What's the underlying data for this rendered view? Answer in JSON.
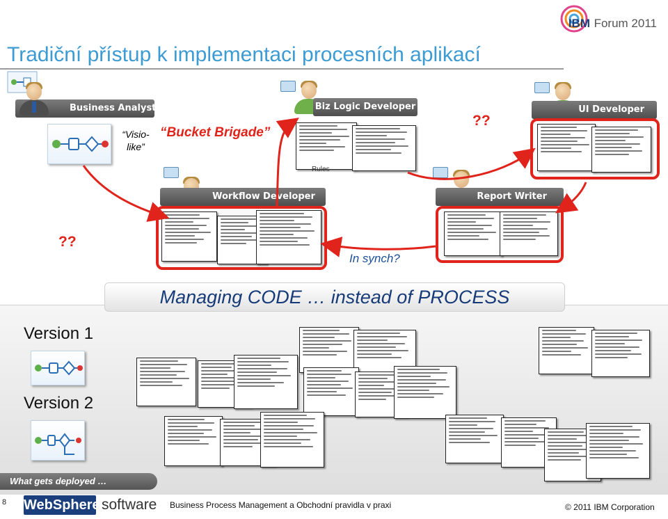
{
  "header": {
    "title": "Tradiční přístup k implementaci procesních aplikací",
    "brand_word": "IBM",
    "brand_event": "Forum 2011"
  },
  "roles": {
    "business_analyst": "Business Analyst",
    "biz_logic_developer": "Biz Logic Developer",
    "ui_developer": "UI Developer",
    "workflow_developer": "Workflow Developer",
    "report_writer": "Report Writer"
  },
  "annotations": {
    "visio_like": "“Visio-like”",
    "bucket_brigade": "“Bucket Brigade”",
    "question_marks": "??",
    "in_synch": "In synch?",
    "rules_fragment": "Rules"
  },
  "banner": {
    "managing": "Managing CODE … instead of PROCESS"
  },
  "versions": {
    "v1": "Version 1",
    "v2": "Version 2",
    "deployed": "What gets deployed …"
  },
  "footer": {
    "page_number": "8",
    "websphere": "WebSphere.",
    "software": "software",
    "caption": "Business Process Management a Obchodní pravidla v praxi",
    "copyright": "© 2011 IBM Corporation"
  },
  "colors": {
    "title_blue": "#3d9bd4",
    "accent_red": "#e0241b",
    "banner_navy": "#173b78",
    "role_bar_gray": "#5e5e5e"
  },
  "icons": [
    "person-icon",
    "process-diagram-icon",
    "code-listing-icon",
    "gear-box-icon",
    "ibm-forum-logo"
  ]
}
